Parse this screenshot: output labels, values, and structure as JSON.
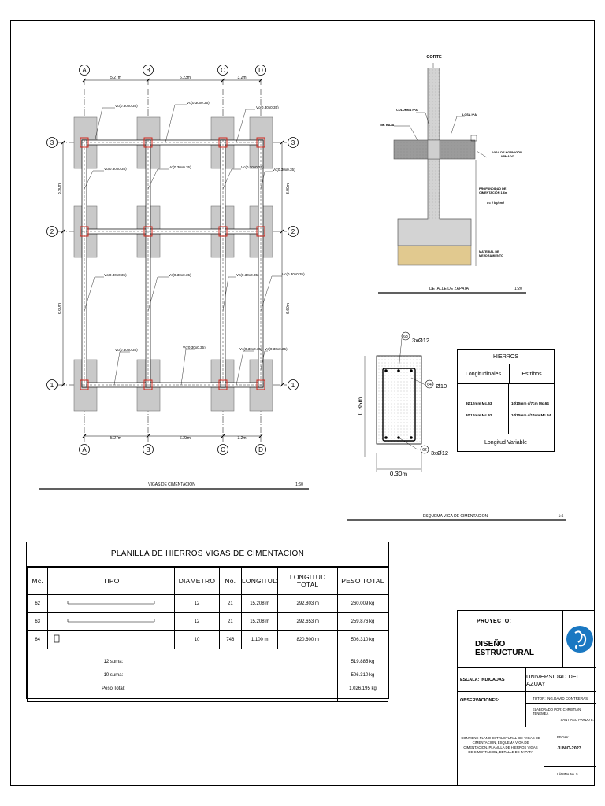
{
  "plan_view": {
    "axes_letters": [
      "A",
      "B",
      "C",
      "D"
    ],
    "axes_numbers": [
      "3",
      "2",
      "1"
    ],
    "dims_top": [
      "5.27m",
      "6.23m",
      "3.2m"
    ],
    "dims_bottom": [
      "5.27m",
      "6.23m",
      "3.2m"
    ],
    "dim_left_upper": "3.90m",
    "dim_left_lower": "6.60m",
    "dim_right_upper": "3.90m",
    "dim_right_lower": "6.60m",
    "beam_label": "Vc(0.30x0.35)",
    "caption": "VIGAS DE CIMENTACION",
    "scale": "1:60"
  },
  "corte": {
    "title": "CORTE",
    "columna": "COLUMNA h*A",
    "losa": "LOSA h*A",
    "nivel": "NIP. BAJA",
    "viga": "VIGA DE HORMIGÓN ARMADO",
    "profundidad": "PROFUNDIDAD DE CIMENTACIÓN 1.6m",
    "q": "σ= 2 kg/cm2",
    "material": "MATERIAL DE MEJORAMIENTO",
    "caption": "DETALLE DE ZAPATA",
    "scale": "1:20"
  },
  "section": {
    "top_mark": "63",
    "top_bars": "3xØ12",
    "stirrup_mark": "64",
    "stirrup_d": "Ø10",
    "bottom_mark": "62",
    "bottom_bars": "3xØ12",
    "height": "0.35m",
    "width": "0.30m",
    "caption": "ESQUEMA VIGA DE CIMENTACION",
    "scale": "1:5"
  },
  "hierros": {
    "title": "HIERROS",
    "col1": "Longitudinales",
    "col2": "Estribos",
    "l1": "3Ø12mm Mc.63",
    "l2": "3Ø12mm Mc.62",
    "e1": "1Ø10mm c/7cm Mc.64",
    "e2": "1Ø10mm c/14cm Mc.64",
    "footer": "Longitud Variable"
  },
  "planilla": {
    "title": "PLANILLA DE HIERROS VIGAS DE CIMENTACION",
    "headers": [
      "Mc.",
      "TIPO",
      "DIAMETRO",
      "No.",
      "LONGITUD",
      "LONGITUD TOTAL",
      "PESO TOTAL"
    ],
    "rows": [
      {
        "mc": "62",
        "diam": "12",
        "no": "21",
        "long": "15.208 m",
        "ltot": "292.803 m",
        "peso": "260.009 kg"
      },
      {
        "mc": "63",
        "diam": "12",
        "no": "21",
        "long": "15.208 m",
        "ltot": "292.653 m",
        "peso": "259.876 kg"
      },
      {
        "mc": "64",
        "diam": "10",
        "no": "746",
        "long": "1.100 m",
        "ltot": "820.600 m",
        "peso": "506.310 kg"
      }
    ],
    "tot_labels": [
      "12 suma:",
      "10 suma:",
      "Peso Total:"
    ],
    "tot_values": [
      "519.885 kg",
      "506.310 kg",
      "1,026.195 kg"
    ]
  },
  "title_block": {
    "proyecto_label": "PROYECTO:",
    "proyecto": "DISEÑO ESTRUCTURAL",
    "escala": "ESCALA: INDICADAS",
    "universidad": "UNIVERSIDAD DEL AZUAY",
    "observaciones": "OBSERVACIONES:",
    "tutor": "TUTOR: ING.DAVID CONTRERAS",
    "elaborado": "ELABORADO POR: CHRISTIAN TENEMEA",
    "elaborado2": "SANTIAGO PARDO E.",
    "contiene": "CONTIENE PLANO ESTRUCTURAL DE: VIGAS DE CIMENTACION, ESQUEMA VIGA DE CIMENTACION, PLANILLA DE HIERROS VIGAS DE CIMENTACION, DETALLE DE ZAPATA",
    "fecha_label": "FECHA:",
    "fecha": "JUNIO-2023",
    "lamina": "LÁMINA No. 5"
  }
}
